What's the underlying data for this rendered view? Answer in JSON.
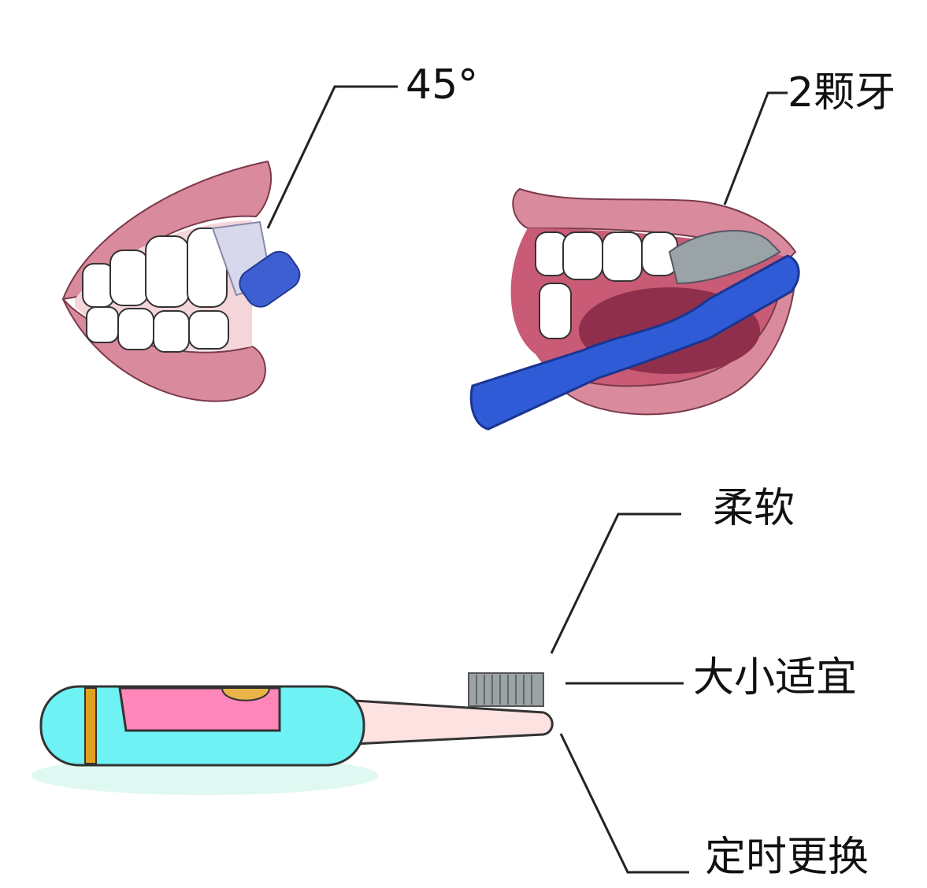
{
  "labels": {
    "angle": "45°",
    "two_teeth": "2颗牙",
    "soft": "柔软",
    "right_size": "大小适宜",
    "replace_regularly": "定时更换"
  },
  "colors": {
    "lip": "#d98a9c",
    "lip_dark": "#b45d72",
    "tooth": "#ffffff",
    "brush_blue": "#2f5bd6",
    "bristle_light": "#d8d8ec",
    "bristle_gray": "#9aa3a6",
    "handle_cyan": "#6ef2f4",
    "panel_pink": "#ff86b8",
    "button_yellow": "#e8b44a",
    "stripe_orange": "#e0a020",
    "neck_pink": "#fde2e2"
  }
}
